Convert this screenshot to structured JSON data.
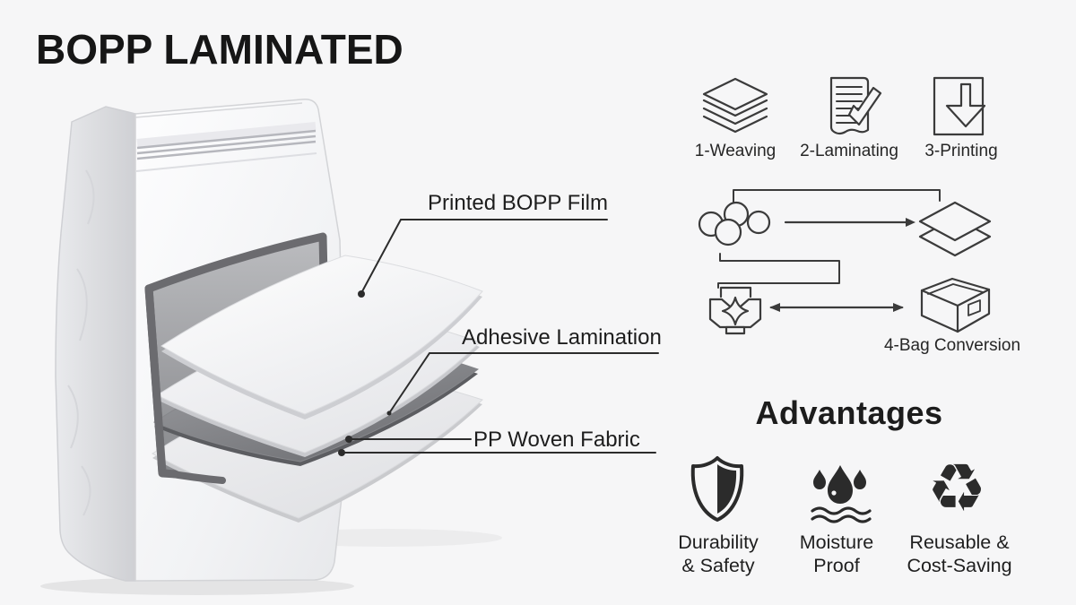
{
  "title": "BOPP LAMINATED",
  "diagram": {
    "layer_labels": [
      {
        "label": "Printed BOPP Film"
      },
      {
        "label": "Adhesive Lamination"
      },
      {
        "label": "PP Woven Fabric"
      }
    ]
  },
  "process": {
    "steps": [
      {
        "icon": "weaving-layers-icon",
        "label": "1-Weaving"
      },
      {
        "icon": "document-check-icon",
        "label": "2-Laminating"
      },
      {
        "icon": "page-download-icon",
        "label": "3-Printing"
      }
    ],
    "conversion_label": "4-Bag Conversion"
  },
  "advantages": {
    "heading": "Advantages",
    "items": [
      {
        "icon": "shield-icon",
        "line1": "Durability",
        "line2": "& Safety"
      },
      {
        "icon": "water-drops-icon",
        "line1": "Moisture",
        "line2": "Proof"
      },
      {
        "icon": "recycle-icon",
        "glyph": "♻",
        "line1": "Reusable &",
        "line2": "Cost-Saving"
      }
    ]
  },
  "colors": {
    "background": "#f6f6f7",
    "ink": "#2a2a2a",
    "line_art": "#3b3b3b",
    "fabric_gray": "#909094",
    "window_frame_gray": "#6b6b6f"
  }
}
